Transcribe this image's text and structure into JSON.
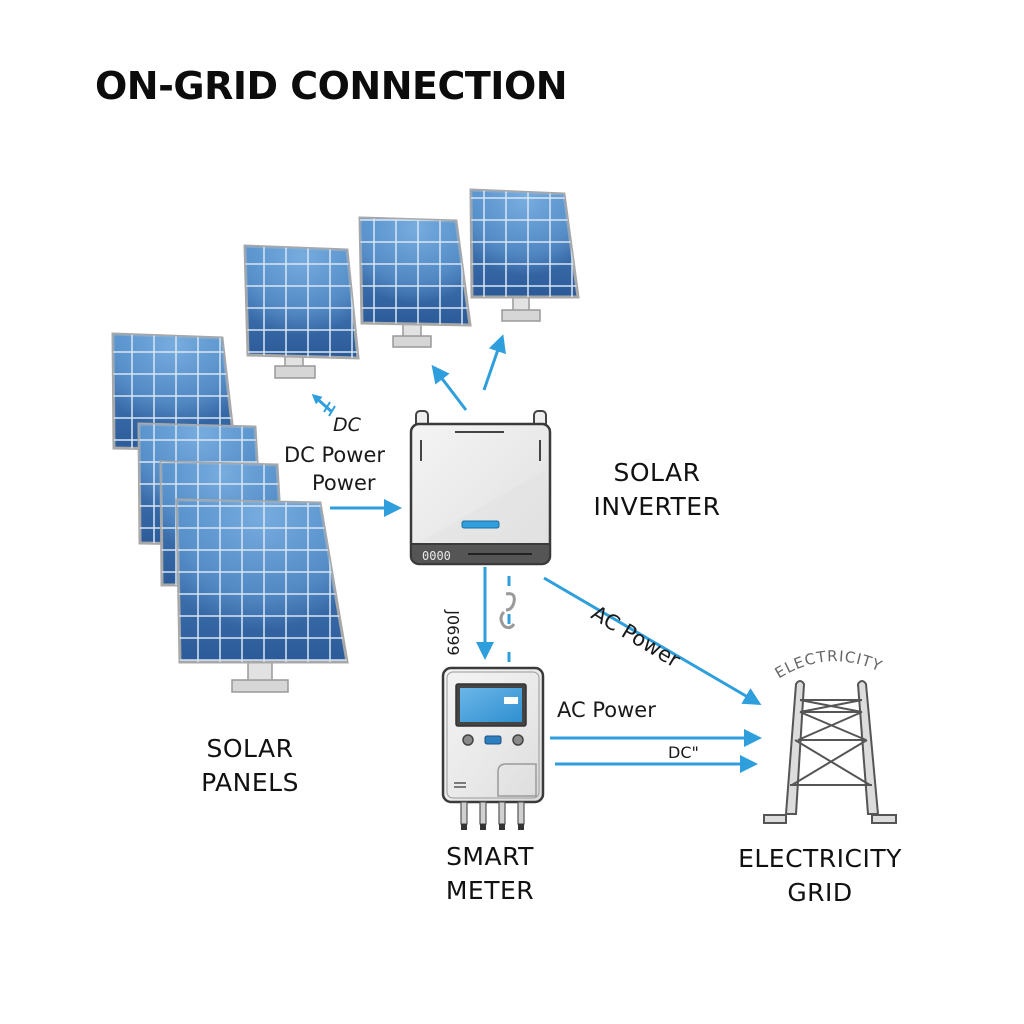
{
  "title": "ON-GRID CONNECTION",
  "components": {
    "solar_panels": {
      "label_line1": "SOLAR",
      "label_line2": "PANELS"
    },
    "solar_inverter": {
      "label_line1": "SOLAR",
      "label_line2": "INVERTER",
      "indicator": "0000"
    },
    "smart_meter": {
      "label_line1": "SMART",
      "label_line2": "METER"
    },
    "electricity_grid": {
      "label_line1": "ELECTRICITY",
      "label_line2": "GRID",
      "tower_arc_text": "ELECTRICITY"
    }
  },
  "flows": {
    "dc_small": "DC",
    "dc_power_line1": "DC Power",
    "dc_power_line2": "Power",
    "inverter_to_meter_text": "J0699",
    "ac_power_diagonal": "AC Power",
    "ac_power_meter": "AC Power",
    "dc_meter": "DC\""
  },
  "colors": {
    "arrow": "#2e9fdc",
    "panel_dark": "#2f5f9e",
    "panel_light": "#5b95cf",
    "metal": "#d8d8d8"
  }
}
